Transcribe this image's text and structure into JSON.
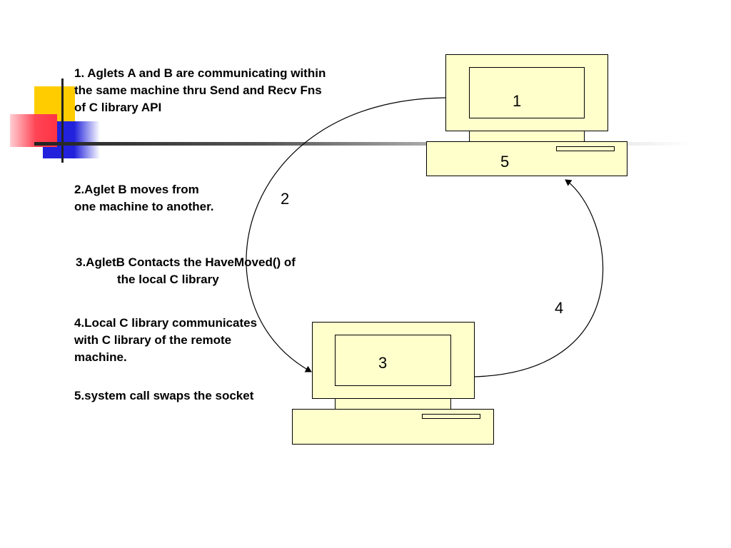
{
  "steps": {
    "step1": {
      "line1": "1. Aglets A and B are communicating within",
      "line2": "the same machine thru Send and Recv Fns",
      "line3": "of C library API"
    },
    "step2": {
      "line1": "2.Aglet B moves from",
      "line2": "one machine to another."
    },
    "step3": {
      "line1": "3.AgletB Contacts the HaveMoved() of",
      "line2": "the local C library"
    },
    "step4": {
      "line1": "4.Local C library communicates",
      "line2": "with C library of  the remote",
      "line3": "machine."
    },
    "step5": {
      "line1": "5.system call swaps the socket"
    }
  },
  "diagram": {
    "top_screen_label": "1",
    "top_base_label": "5",
    "bottom_screen_label": "3",
    "arrow_left_label": "2",
    "arrow_right_label": "4",
    "colors": {
      "computer_fill": "#ffffcc",
      "outline": "#000000",
      "deco_yellow": "#ffcc00",
      "deco_blue": "#2222dd",
      "deco_red": "#ff4455"
    }
  }
}
